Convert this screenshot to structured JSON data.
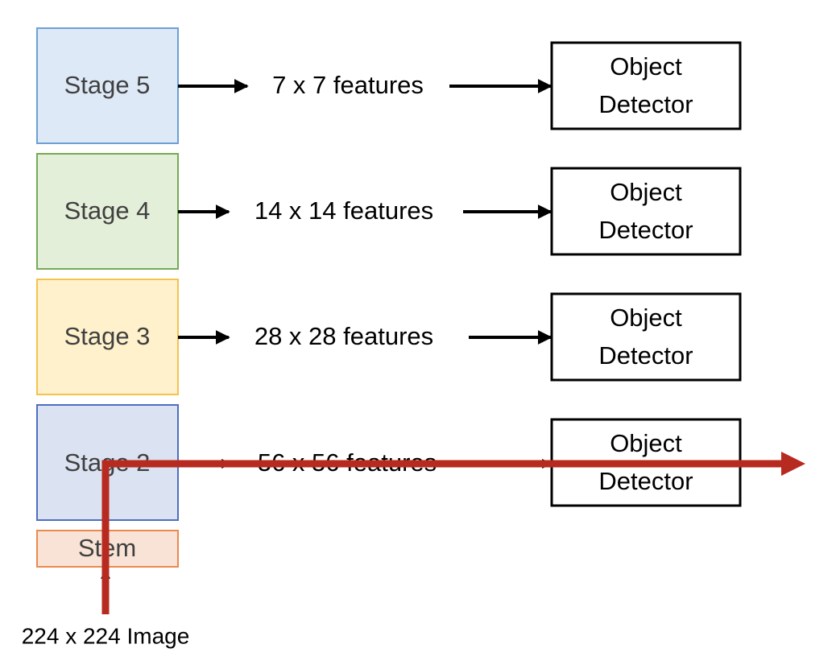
{
  "stages": [
    {
      "label": "Stage 5",
      "fill": "#dde9f6",
      "stroke": "#6f9fd6"
    },
    {
      "label": "Stage 4",
      "fill": "#e3efd9",
      "stroke": "#77a955"
    },
    {
      "label": "Stage 3",
      "fill": "#fff1cc",
      "stroke": "#f4c24e"
    },
    {
      "label": "Stage 2",
      "fill": "#dbe2f1",
      "stroke": "#4d6fc0"
    }
  ],
  "stem": {
    "label": "Stem",
    "fill": "#f9e3d6",
    "stroke": "#eb8a4f"
  },
  "features": [
    "7 x 7 features",
    "14 x 14 features",
    "28 x 28 features",
    "56 x 56 features"
  ],
  "detectors": [
    {
      "line1": "Object",
      "line2": "Detector"
    },
    {
      "line1": "Object",
      "line2": "Detector"
    },
    {
      "line1": "Object",
      "line2": "Detector"
    },
    {
      "line1": "Object",
      "line2": "Detector"
    }
  ],
  "input_label": "224 x 224 Image",
  "highlight_color": "#b72a1f",
  "arrow_color": "#000000"
}
